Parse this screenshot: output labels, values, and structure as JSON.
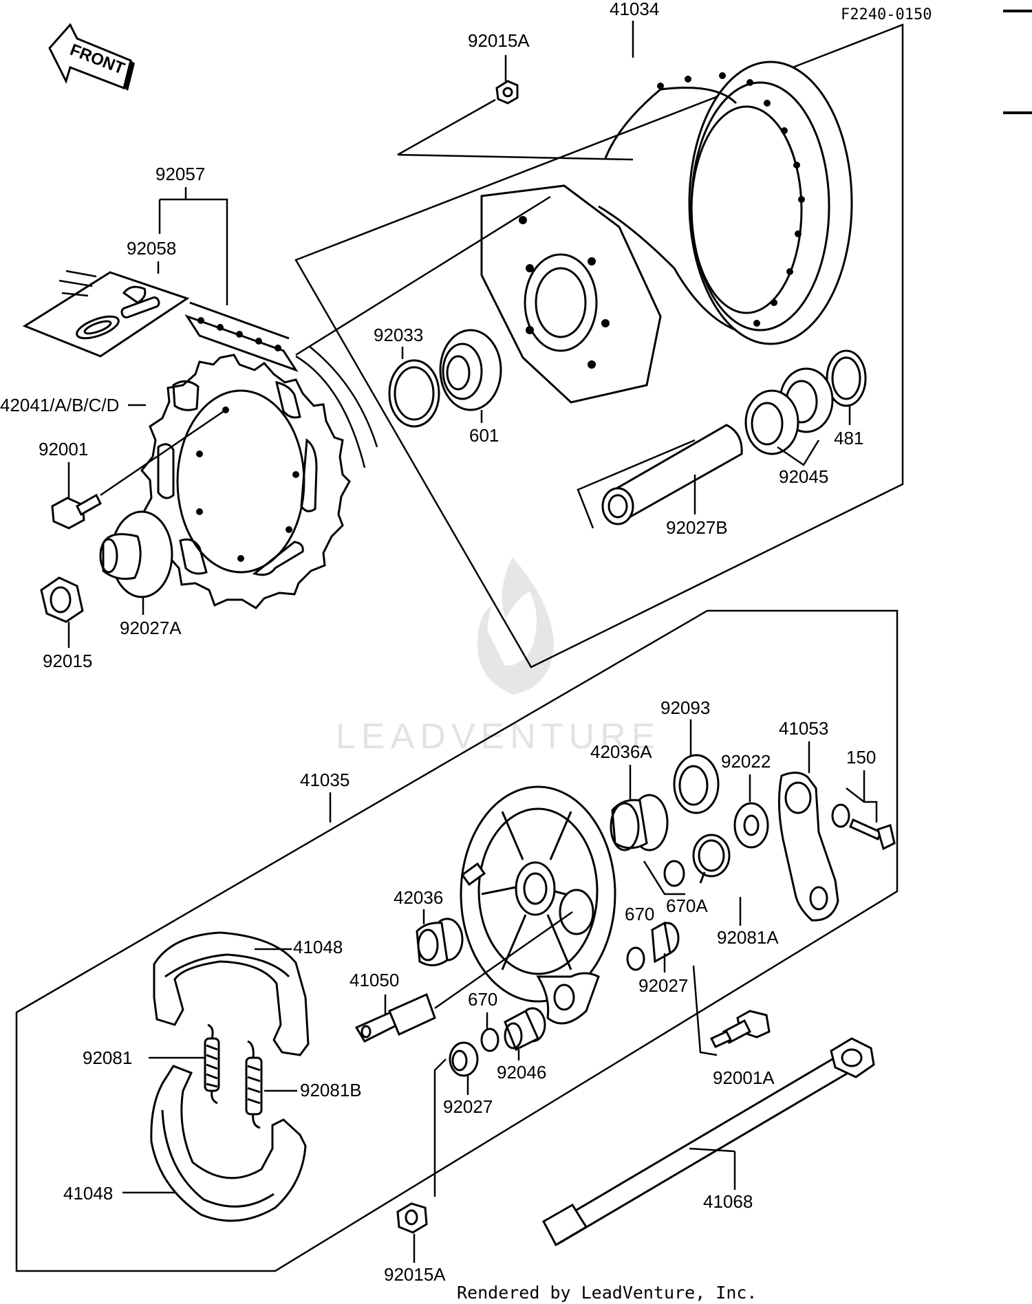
{
  "figure_id": "F2240-0150",
  "front_arrow_label": "FRONT",
  "footer": "Rendered by LeadVenture, Inc.",
  "watermark": "LEADVENTURE",
  "labels": {
    "p41034": "41034",
    "p92015A_top": "92015A",
    "p92057": "92057",
    "p92058": "92058",
    "p92033": "92033",
    "p42041": "42041/A/B/C/D",
    "p92001": "92001",
    "p601": "601",
    "p481": "481",
    "p92045": "92045",
    "p92027B": "92027B",
    "p92015": "92015",
    "p92027A": "92027A",
    "p92093": "92093",
    "p41053": "41053",
    "p42036A": "42036A",
    "p92022": "92022",
    "p150": "150",
    "p41035": "41035",
    "p670A": "670A",
    "p42036": "42036",
    "p670_top": "670",
    "p92081A": "92081A",
    "p41048_top": "41048",
    "p92027_mid": "92027",
    "p41050": "41050",
    "p670_bottom": "670",
    "p92081": "92081",
    "p92046": "92046",
    "p92001A": "92001A",
    "p92081B": "92081B",
    "p92027_low": "92027",
    "p41048_bottom": "41048",
    "p41068": "41068",
    "p92015A_bottom": "92015A"
  }
}
